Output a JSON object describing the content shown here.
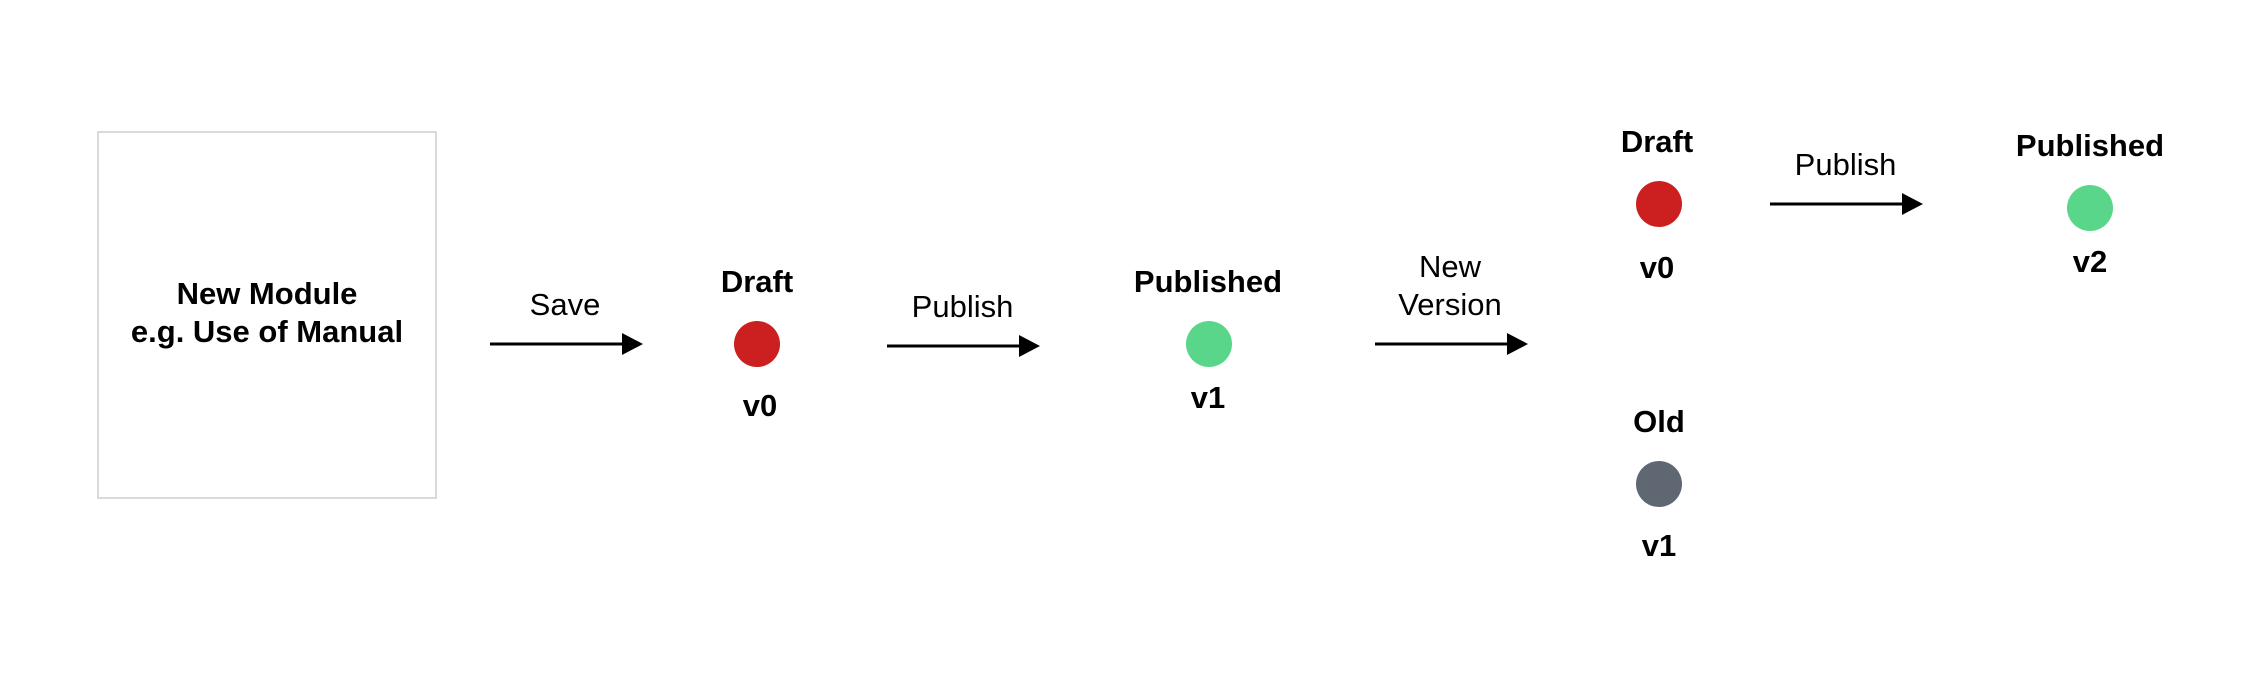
{
  "module": {
    "title": "New Module",
    "subtitle": "e.g. Use of Manual"
  },
  "actions": {
    "save": "Save",
    "publish_1": "Publish",
    "new_version_line1": "New",
    "new_version_line2": "Version",
    "publish_2": "Publish"
  },
  "states": {
    "draft_v0": {
      "label": "Draft",
      "version": "v0",
      "color": "#cc1f1f"
    },
    "published_v1": {
      "label": "Published",
      "version": "v1",
      "color": "#5ad68a"
    },
    "draft_new": {
      "label": "Draft",
      "version": "v0",
      "color": "#cc1f1f"
    },
    "old_v1": {
      "label": "Old",
      "version": "v1",
      "color": "#5f6773"
    },
    "published_v2": {
      "label": "Published",
      "version": "v2",
      "color": "#5ad68a"
    }
  }
}
